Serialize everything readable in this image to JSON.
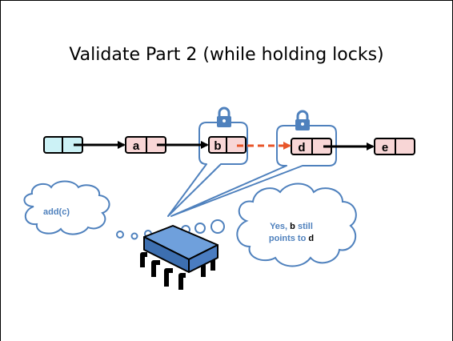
{
  "slide": {
    "title": "Validate Part 2 (while holding locks)"
  },
  "list": {
    "nodes": [
      {
        "key": "",
        "role": "head"
      },
      {
        "key": "a"
      },
      {
        "key": "b"
      },
      {
        "key": "d"
      },
      {
        "key": "e"
      }
    ],
    "locked_nodes": [
      "b",
      "d"
    ]
  },
  "thoughts": {
    "left": "add(c)",
    "right_line1_pre": "Yes, ",
    "right_line1_var": "b",
    "right_line1_post": " still",
    "right_line2_pre": "points to ",
    "right_line2_var": "d"
  },
  "icons": [
    "lock-icon",
    "lock-icon",
    "cpu-chip-icon"
  ],
  "colors": {
    "head_fill": "#ccf2f6",
    "node_fill": "#f8d6d6",
    "highlight_arrow": "#e8562a",
    "callout_stroke": "#4f81bd",
    "chip_fill": "#5b8fd1"
  }
}
